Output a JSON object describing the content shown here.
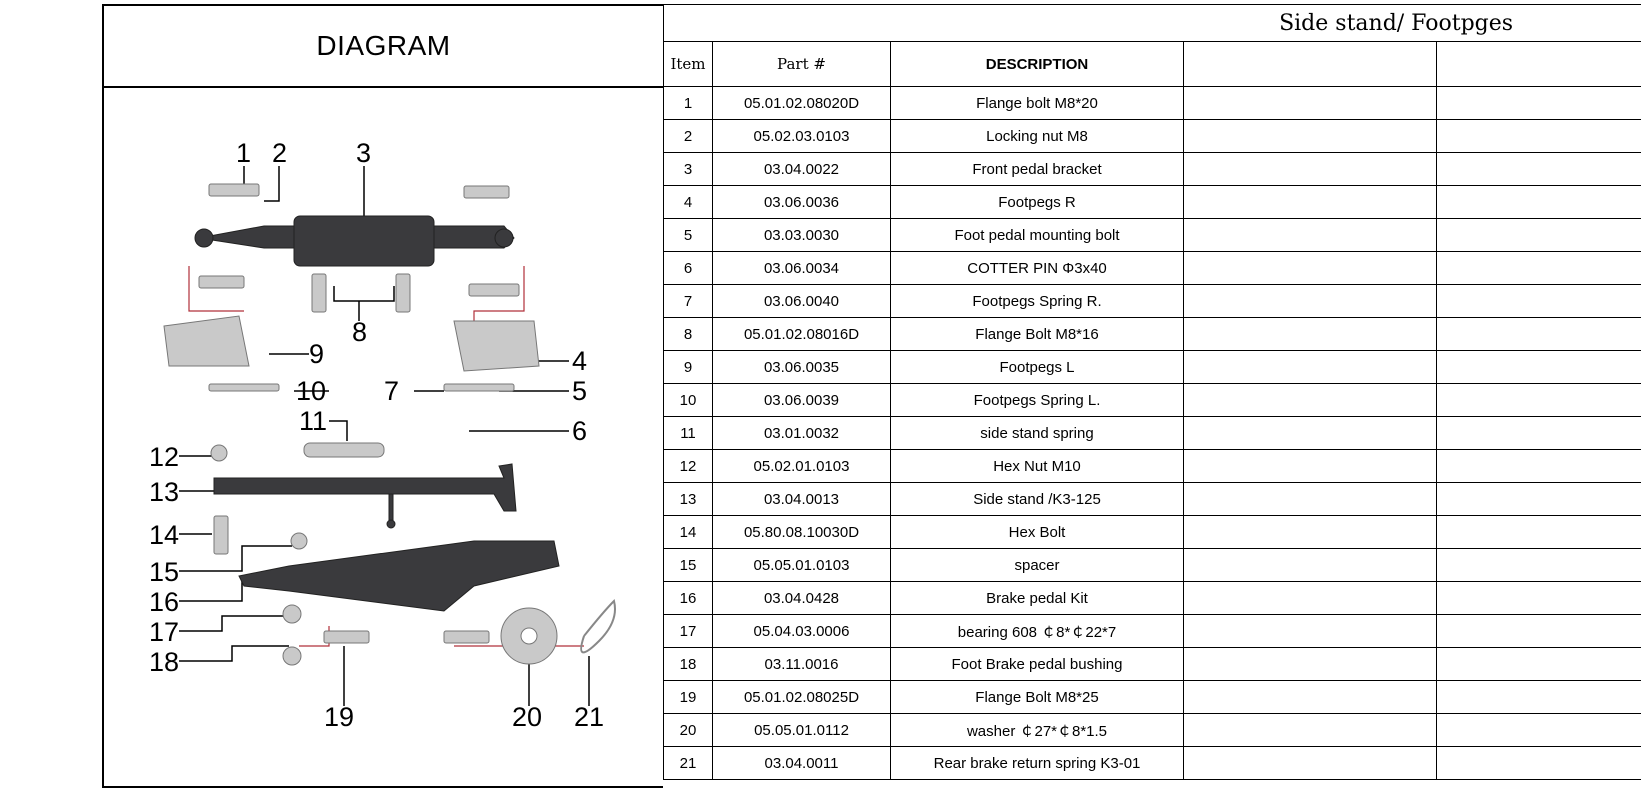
{
  "diagram": {
    "title": "DIAGRAM",
    "callouts": [
      "1",
      "2",
      "3",
      "4",
      "5",
      "6",
      "7",
      "8",
      "9",
      "10",
      "11",
      "12",
      "13",
      "14",
      "15",
      "16",
      "17",
      "18",
      "19",
      "20",
      "21"
    ]
  },
  "table": {
    "section_title": "Side stand/ Footpges",
    "headers": {
      "item": "Item",
      "part": "Part #",
      "description": "DESCRIPTION"
    },
    "rows": [
      {
        "item": "1",
        "part": "05.01.02.08020D",
        "desc": "Flange bolt M8*20"
      },
      {
        "item": "2",
        "part": "05.02.03.0103",
        "desc": "Locking nut M8"
      },
      {
        "item": "3",
        "part": "03.04.0022",
        "desc": "Front pedal bracket"
      },
      {
        "item": "4",
        "part": "03.06.0036",
        "desc": "Footpegs R"
      },
      {
        "item": "5",
        "part": "03.03.0030",
        "desc": "Foot pedal mounting bolt"
      },
      {
        "item": "6",
        "part": "03.06.0034",
        "desc": "COTTER PIN Φ3x40"
      },
      {
        "item": "7",
        "part": "03.06.0040",
        "desc": "Footpegs Spring R."
      },
      {
        "item": "8",
        "part": "05.01.02.08016D",
        "desc": "Flange Bolt  M8*16"
      },
      {
        "item": "9",
        "part": "03.06.0035",
        "desc": "Footpegs L"
      },
      {
        "item": "10",
        "part": "03.06.0039",
        "desc": "Footpegs Spring L."
      },
      {
        "item": "11",
        "part": "03.01.0032",
        "desc": "side stand spring"
      },
      {
        "item": "12",
        "part": "05.02.01.0103",
        "desc": "Hex Nut M10"
      },
      {
        "item": "13",
        "part": "03.04.0013",
        "desc": "Side stand /K3-125"
      },
      {
        "item": "14",
        "part": "05.80.08.10030D",
        "desc": "Hex Bolt"
      },
      {
        "item": "15",
        "part": "05.05.01.0103",
        "desc": "spacer"
      },
      {
        "item": "16",
        "part": "03.04.0428",
        "desc": "Brake pedal Kit"
      },
      {
        "item": "17",
        "part": "05.04.03.0006",
        "desc": "bearing 608 ￠8*￠22*7"
      },
      {
        "item": "18",
        "part": "03.11.0016",
        "desc": "Foot Brake pedal bushing"
      },
      {
        "item": "19",
        "part": "05.01.02.08025D",
        "desc": "Flange Bolt  M8*25"
      },
      {
        "item": "20",
        "part": "05.05.01.0112",
        "desc": "washer ￠27*￠8*1.5"
      },
      {
        "item": "21",
        "part": "03.04.0011",
        "desc": "Rear brake return spring K3-01"
      }
    ]
  }
}
